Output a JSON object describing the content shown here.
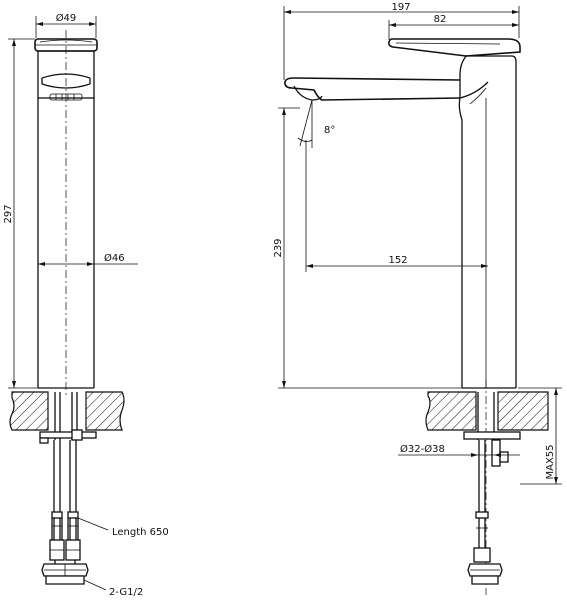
{
  "front_view": {
    "dim_diameter_top": "Ø49",
    "dim_height": "297",
    "dim_diameter_body": "Ø46",
    "label_hose_length": "Length 650",
    "label_thread": "2-G1/2"
  },
  "side_view": {
    "dim_total_width": "197",
    "dim_handle_length": "82",
    "dim_angle": "8°",
    "dim_spout_height": "239",
    "dim_spout_reach": "152",
    "dim_hole_diameter": "Ø32-Ø38",
    "dim_max_thickness": "MAX55"
  }
}
